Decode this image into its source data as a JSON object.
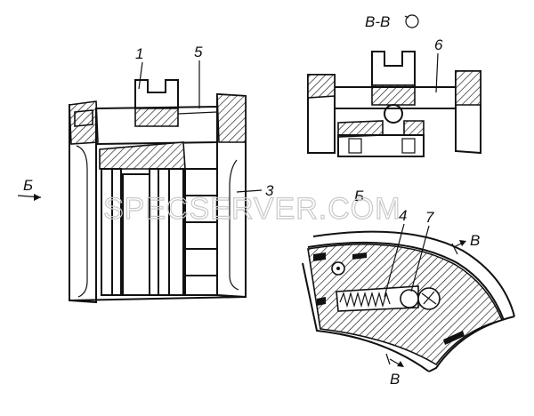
{
  "labels": {
    "callout_1": "1",
    "callout_5": "5",
    "callout_6": "6",
    "callout_3": "3",
    "callout_4": "4",
    "callout_7": "7",
    "view_b_arrow": "Б",
    "view_b_title": "Б",
    "section_title": "В-В",
    "section_mark_top": "В",
    "section_mark_bottom": "В"
  },
  "watermark": "SPECSERVER.COM"
}
